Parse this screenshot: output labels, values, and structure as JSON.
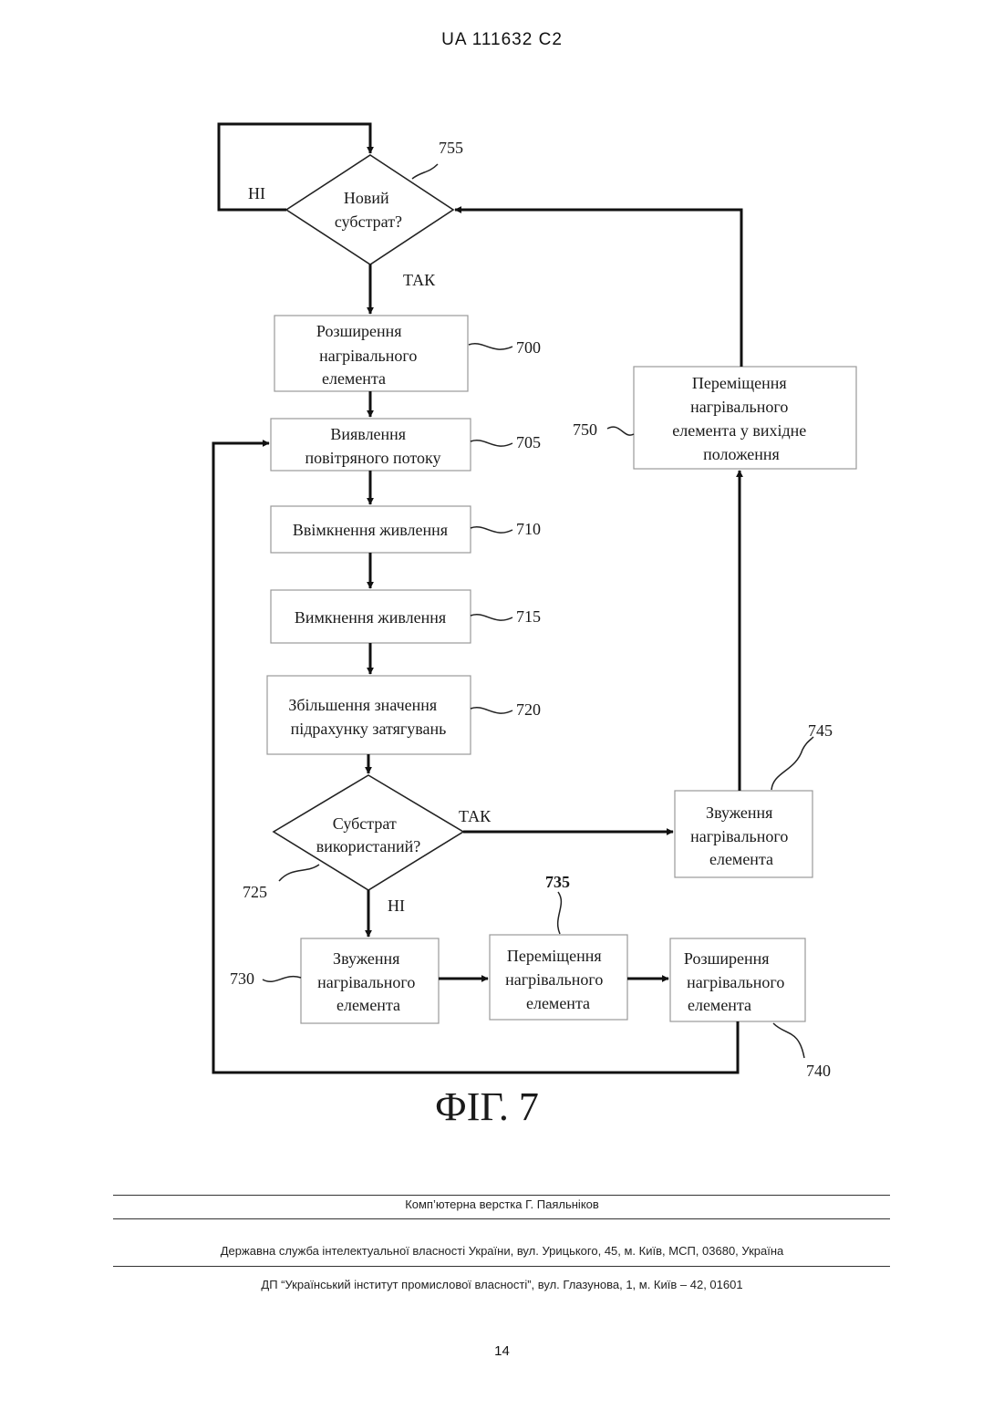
{
  "header": {
    "patent_number": "UA 111632 C2"
  },
  "flowchart": {
    "decision_755": {
      "ref": "755",
      "lines": [
        "Новий",
        "субстрат?"
      ],
      "no_label": "НІ",
      "yes_label": "ТАК"
    },
    "box_700": {
      "ref": "700",
      "lines": [
        "Розширення",
        "нагрівального",
        "елемента"
      ]
    },
    "box_705": {
      "ref": "705",
      "lines": [
        "Виявлення",
        "повітряного потоку"
      ]
    },
    "box_710": {
      "ref": "710",
      "lines": [
        "Ввімкнення живлення"
      ]
    },
    "box_715": {
      "ref": "715",
      "lines": [
        "Вимкнення живлення"
      ]
    },
    "box_720": {
      "ref": "720",
      "lines": [
        "Збільшення значення",
        "підрахунку затягувань"
      ]
    },
    "decision_725": {
      "ref": "725",
      "lines": [
        "Субстрат",
        "використаний?"
      ],
      "yes_label": "ТАК",
      "no_label": "НІ"
    },
    "box_730": {
      "ref": "730",
      "lines": [
        "Звуження",
        "нагрівального",
        "елемента"
      ]
    },
    "box_735": {
      "ref": "735",
      "lines": [
        "Переміщення",
        "нагрівального",
        "елемента"
      ]
    },
    "box_740": {
      "ref": "740",
      "lines": [
        "Розширення",
        "нагрівального",
        "елемента"
      ]
    },
    "box_745": {
      "ref": "745",
      "lines": [
        "Звуження",
        "нагрівального",
        "елемента"
      ]
    },
    "box_750": {
      "ref": "750",
      "lines": [
        "Переміщення",
        "нагрівального",
        "елемента у вихідне",
        "положення"
      ]
    },
    "figure_label": "ФІГ. 7"
  },
  "footer": {
    "compositor": "Комп’ютерна верстка Г. Паяльніков",
    "agency": "Державна служба інтелектуальної власності України, вул. Урицького, 45, м. Київ, МСП, 03680, Україна",
    "institute": "ДП “Український інститут промислової власності”, вул. Глазунова, 1, м. Київ – 42, 01601",
    "page_number": "14"
  }
}
